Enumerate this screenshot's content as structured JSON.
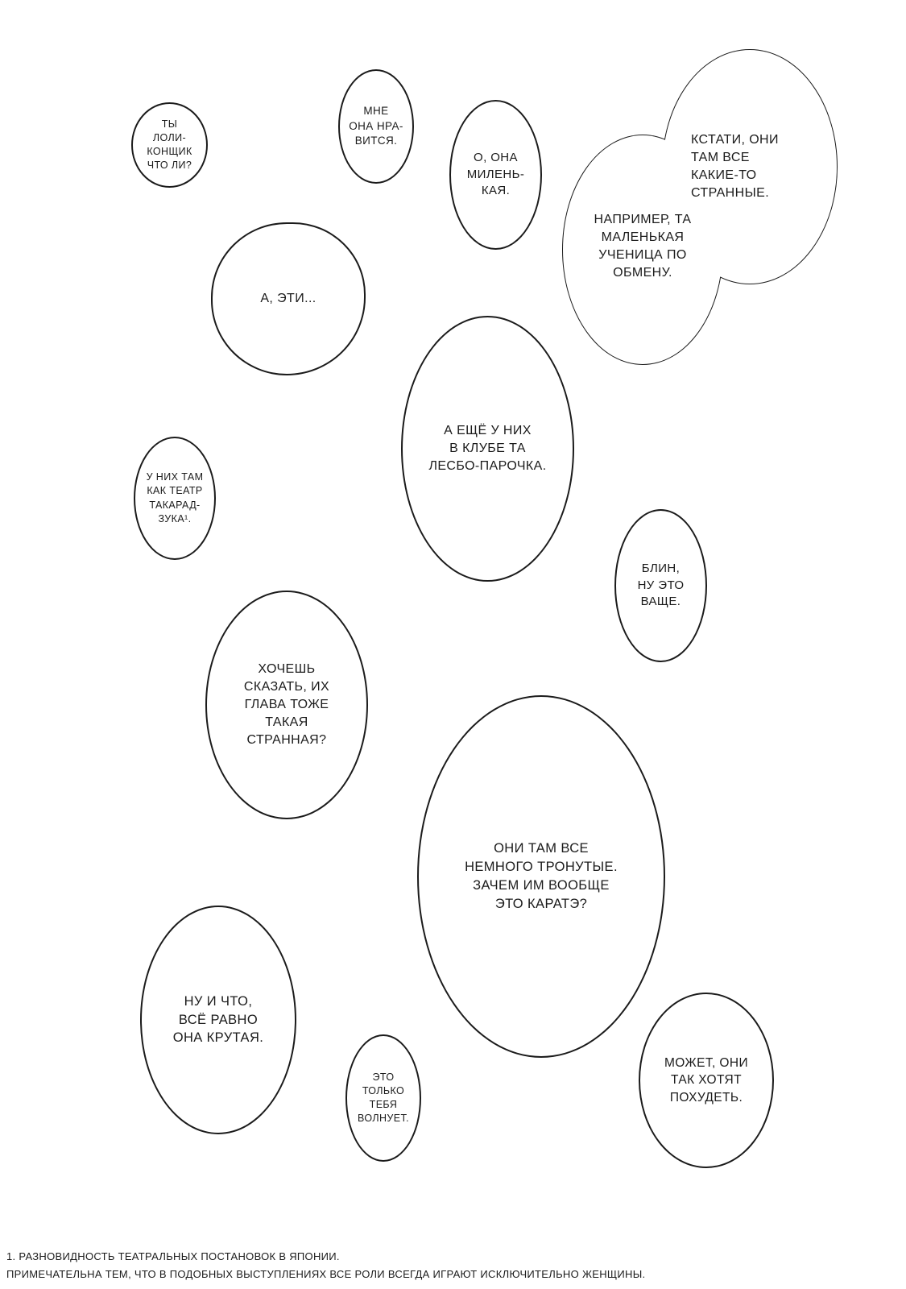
{
  "page": {
    "background": "#ffffff",
    "ink_color": "#1b1b1b"
  },
  "bubbles": [
    {
      "id": "loli-question",
      "text": "ТЫ\nЛОЛИ-\nКОНЩИК\nЧТО ЛИ?"
    },
    {
      "id": "i-like-her",
      "text": "МНЕ\nОНА НРА-\nВИТСЯ."
    },
    {
      "id": "she-is-cute",
      "text": "О, ОНА\nМИЛЕНЬ-\nКАЯ."
    },
    {
      "id": "they-are-strange",
      "text": "КСТАТИ, ОНИ\nТАМ ВСЕ\nКАКИЕ-ТО\nСТРАННЫЕ."
    },
    {
      "id": "exchange-student",
      "text": "НАПРИМЕР, ТА\nМАЛЕНЬКАЯ\nУЧЕНИЦА ПО\nОБМЕНУ."
    },
    {
      "id": "and-those",
      "text": "А, ЭТИ..."
    },
    {
      "id": "lesbo-couple",
      "text": "А ЕЩЁ У НИХ\nВ КЛУБЕ ТА\nЛЕСБО-ПАРОЧКА."
    },
    {
      "id": "takarazuka",
      "text": "У НИХ ТАМ\nКАК ТЕАТР\nТАКАРАД-\nЗУКА¹."
    },
    {
      "id": "blin-vasche",
      "text": "БЛИН,\nНУ ЭТО\nВАЩЕ."
    },
    {
      "id": "leader-strange-too",
      "text": "ХОЧЕШЬ\nСКАЗАТЬ, ИХ\nГЛАВА ТОЖЕ\nТАКАЯ\nСТРАННАЯ?"
    },
    {
      "id": "why-karate",
      "text": "ОНИ ТАМ ВСЕ\nНЕМНОГО ТРОНУТЫЕ.\nЗАЧЕМ ИМ ВООБЩЕ\nЭТО КАРАТЭ?"
    },
    {
      "id": "she-is-cool",
      "text": "НУ И ЧТО,\nВСЁ РАВНО\nОНА КРУТАЯ."
    },
    {
      "id": "only-bothers-you",
      "text": "ЭТО\nТОЛЬКО\nТЕБЯ\nВОЛНУЕТ."
    },
    {
      "id": "lose-weight",
      "text": "МОЖЕТ, ОНИ\nТАК ХОТЯТ\nПОХУДЕТЬ."
    }
  ],
  "footnote": {
    "line1": "1. РАЗНОВИДНОСТЬ ТЕАТРАЛЬНЫХ ПОСТАНОВОК В ЯПОНИИ.",
    "line2": "ПРИМЕЧАТЕЛЬНА ТЕМ, ЧТО В ПОДОБНЫХ ВЫСТУПЛЕНИЯХ ВСЕ РОЛИ ВСЕГДА ИГРАЮТ ИСКЛЮЧИТЕЛЬНО ЖЕНЩИНЫ."
  }
}
